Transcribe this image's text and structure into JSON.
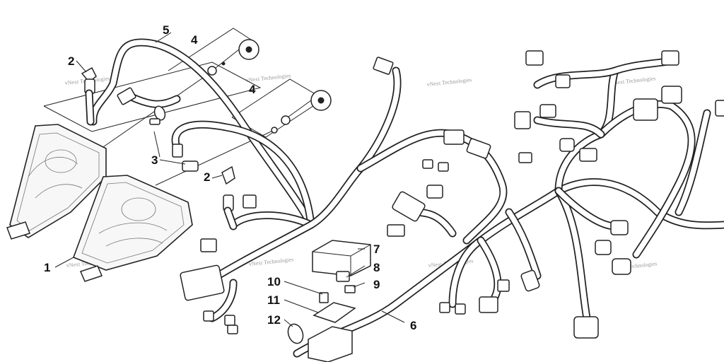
{
  "callouts": [
    {
      "label": "1",
      "part": "headlight-assembly"
    },
    {
      "label": "2",
      "part": "bulb-socket-upper"
    },
    {
      "label": "2",
      "part": "bulb-socket-lower"
    },
    {
      "label": "3",
      "part": "headlight-bulb"
    },
    {
      "label": "4",
      "part": "adjuster-knob-upper"
    },
    {
      "label": "4",
      "part": "adjuster-knob-lower"
    },
    {
      "label": "5",
      "part": "headlight-harness"
    },
    {
      "label": "6",
      "part": "main-wiring-harness"
    },
    {
      "label": "7",
      "part": "relay"
    },
    {
      "label": "8",
      "part": "relay-small"
    },
    {
      "label": "9",
      "part": "relay-bracket"
    },
    {
      "label": "10",
      "part": "fuse"
    },
    {
      "label": "11",
      "part": "fuse-block"
    },
    {
      "label": "12",
      "part": "cable-tie"
    }
  ],
  "watermark": "vNext Technologies",
  "colors": {
    "ink": "#222222",
    "watermark": "#9a9a9a",
    "background": "#ffffff"
  }
}
